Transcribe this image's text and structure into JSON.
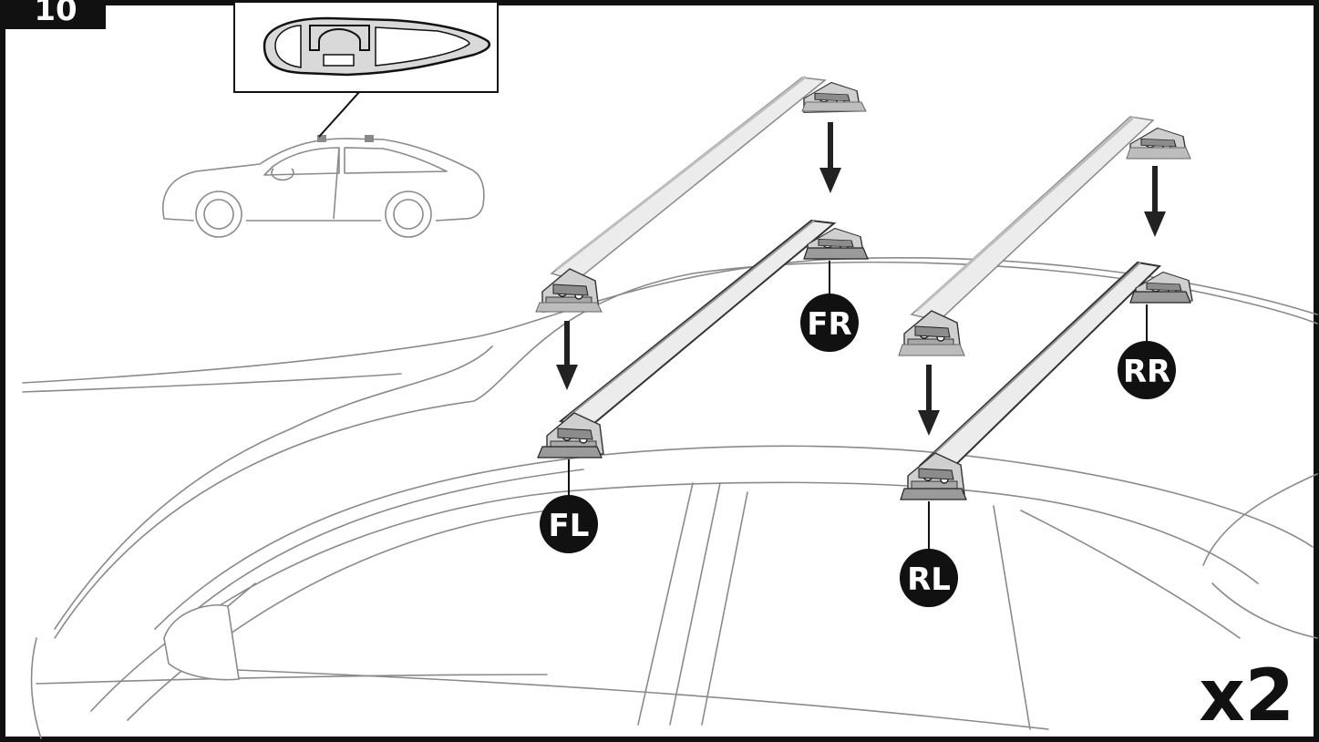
{
  "step": {
    "number": "10"
  },
  "multiplier": "x2",
  "positions": {
    "front_left": "FL",
    "front_right": "FR",
    "rear_left": "RL",
    "rear_right": "RR"
  },
  "colors": {
    "ink": "#111111",
    "outline": "#8a8a8a",
    "bar_fill": "#e9e9e9",
    "foot_fill": "#bdbdbd",
    "label_bg": "#111111",
    "label_text": "#ffffff"
  },
  "icons": [
    "car-side-icon",
    "bar-profile-icon",
    "down-arrow-icon"
  ]
}
